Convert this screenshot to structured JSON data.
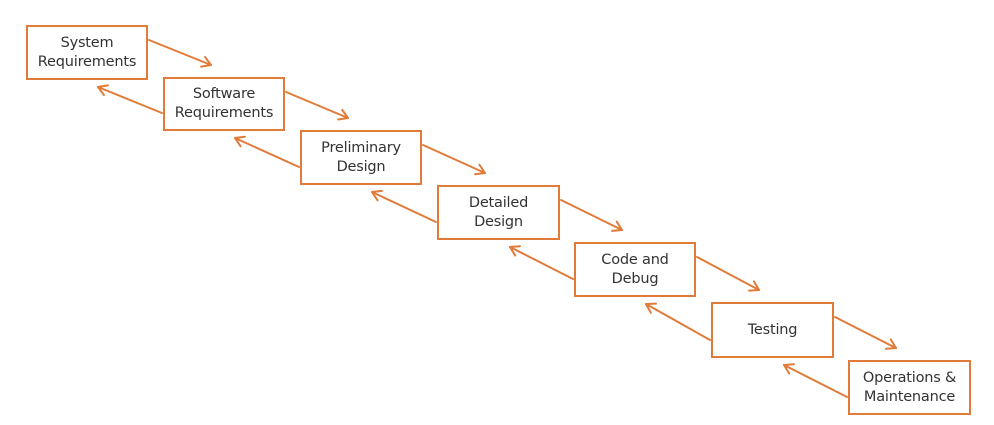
{
  "diagram": {
    "type": "waterfall-process",
    "accent_color": "#E07B39",
    "text_color": "#333333",
    "stages": [
      {
        "id": "system-requirements",
        "label": "System\nRequirements"
      },
      {
        "id": "software-requirements",
        "label": "Software\nRequirements"
      },
      {
        "id": "preliminary-design",
        "label": "Preliminary\nDesign"
      },
      {
        "id": "detailed-design",
        "label": "Detailed\nDesign"
      },
      {
        "id": "code-and-debug",
        "label": "Code and\nDebug"
      },
      {
        "id": "testing",
        "label": "Testing"
      },
      {
        "id": "operations-maintenance",
        "label": "Operations &\nMaintenance"
      }
    ],
    "edges": [
      {
        "from": "system-requirements",
        "to": "software-requirements",
        "direction": "forward"
      },
      {
        "from": "software-requirements",
        "to": "system-requirements",
        "direction": "backward"
      },
      {
        "from": "software-requirements",
        "to": "preliminary-design",
        "direction": "forward"
      },
      {
        "from": "preliminary-design",
        "to": "software-requirements",
        "direction": "backward"
      },
      {
        "from": "preliminary-design",
        "to": "detailed-design",
        "direction": "forward"
      },
      {
        "from": "detailed-design",
        "to": "preliminary-design",
        "direction": "backward"
      },
      {
        "from": "detailed-design",
        "to": "code-and-debug",
        "direction": "forward"
      },
      {
        "from": "code-and-debug",
        "to": "detailed-design",
        "direction": "backward"
      },
      {
        "from": "code-and-debug",
        "to": "testing",
        "direction": "forward"
      },
      {
        "from": "testing",
        "to": "code-and-debug",
        "direction": "backward"
      },
      {
        "from": "testing",
        "to": "operations-maintenance",
        "direction": "forward"
      },
      {
        "from": "operations-maintenance",
        "to": "testing",
        "direction": "backward"
      }
    ]
  }
}
